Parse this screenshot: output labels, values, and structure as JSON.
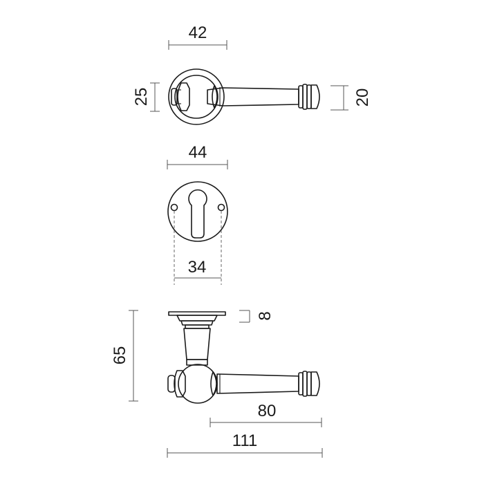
{
  "dimensions": {
    "top_rose_width": "42",
    "top_rose_height": "25",
    "lever_height": "20",
    "escutcheon_width": "44",
    "hole_spacing": "34",
    "rose_thickness": "8",
    "total_height": "65",
    "lever_length": "80",
    "total_length": "111"
  }
}
